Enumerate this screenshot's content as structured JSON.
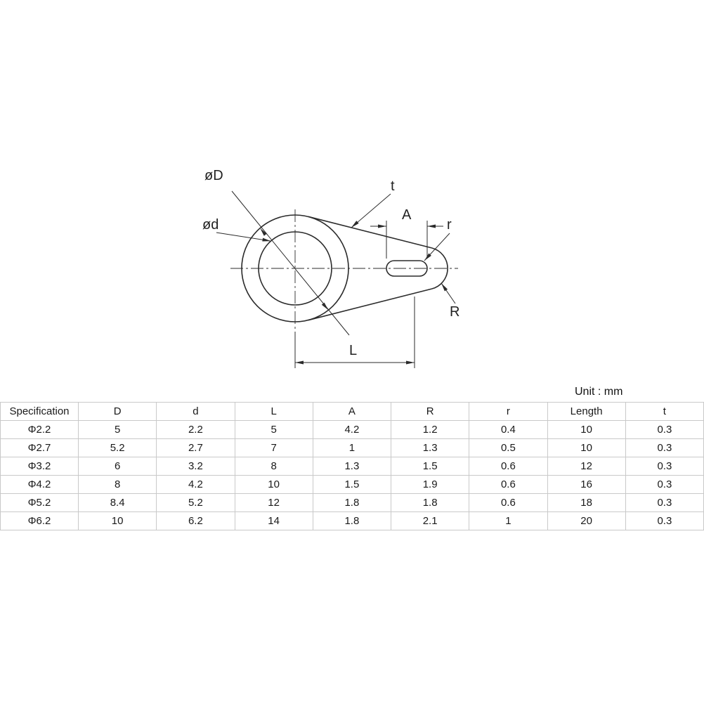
{
  "unit_label": "Unit : mm",
  "drawing": {
    "labels": {
      "outer_diameter": "øD",
      "inner_diameter": "ød",
      "thickness": "t",
      "slot_width": "A",
      "slot_radius": "r",
      "end_radius": "R",
      "length": "L"
    }
  },
  "table": {
    "columns": [
      "Specification",
      "D",
      "d",
      "L",
      "A",
      "R",
      "r",
      "Length",
      "t"
    ],
    "rows": [
      [
        "Φ2.2",
        "5",
        "2.2",
        "5",
        "4.2",
        "1.2",
        "0.4",
        "10",
        "0.3"
      ],
      [
        "Φ2.7",
        "5.2",
        "2.7",
        "7",
        "1",
        "1.3",
        "0.5",
        "10",
        "0.3"
      ],
      [
        "Φ3.2",
        "6",
        "3.2",
        "8",
        "1.3",
        "1.5",
        "0.6",
        "12",
        "0.3"
      ],
      [
        "Φ4.2",
        "8",
        "4.2",
        "10",
        "1.5",
        "1.9",
        "0.6",
        "16",
        "0.3"
      ],
      [
        "Φ5.2",
        "8.4",
        "5.2",
        "12",
        "1.8",
        "1.8",
        "0.6",
        "18",
        "0.3"
      ],
      [
        "Φ6.2",
        "10",
        "6.2",
        "14",
        "1.8",
        "2.1",
        "1",
        "20",
        "0.3"
      ]
    ]
  }
}
